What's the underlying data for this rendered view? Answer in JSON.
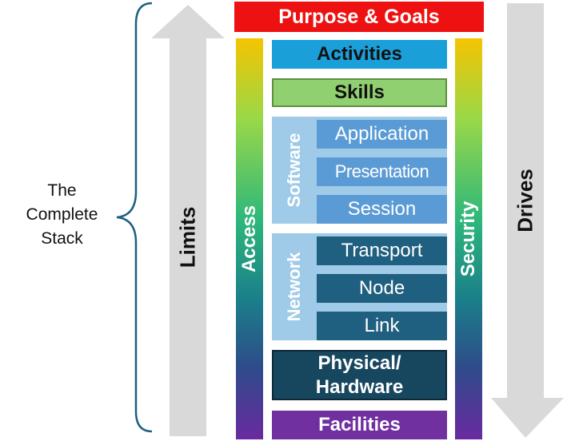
{
  "left_label": "The Complete Stack",
  "left_label_lines": [
    "The",
    "Complete",
    "Stack"
  ],
  "arrows": {
    "limits": "Limits",
    "drives": "Drives"
  },
  "bars": {
    "access": "Access",
    "security": "Security"
  },
  "layers": {
    "purpose": "Purpose & Goals",
    "activities": "Activities",
    "skills": "Skills",
    "software_group": "Software",
    "application": "Application",
    "presentation": "Presentation",
    "session": "Session",
    "network_group": "Network",
    "transport": "Transport",
    "node": "Node",
    "link": "Link",
    "physical": "Physical/\nHardware",
    "physical_line1": "Physical/",
    "physical_line2": "Hardware",
    "facilities": "Facilities"
  },
  "colors": {
    "purpose": "#ee1111",
    "activities": "#1a9fd8",
    "skills": "#90d070",
    "software_group": "#9fcbe8",
    "software_items": "#5b9bd5",
    "network_group": "#9fcbe8",
    "network_items": "#1f5f7f",
    "physical": "#17465f",
    "facilities": "#7030a0",
    "arrow": "#d9d9d9",
    "brace": "#1f5f7f"
  }
}
